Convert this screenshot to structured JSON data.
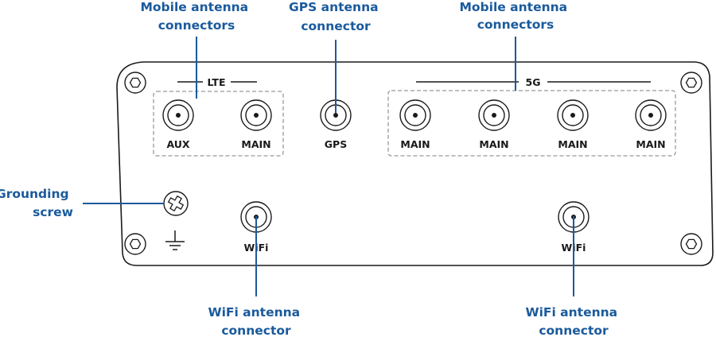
{
  "colors": {
    "accent": "#1a5a9c",
    "outline": "#1a1a1a",
    "dashed": "#999999"
  },
  "callouts": {
    "mobile_left": [
      "Mobile antenna",
      "connectors"
    ],
    "gps": [
      "GPS antenna",
      "connector"
    ],
    "mobile_right": [
      "Mobile antenna",
      "connectors"
    ],
    "grounding": [
      "Grounding",
      "screw"
    ],
    "wifi_left": [
      "WiFi antenna",
      "connector"
    ],
    "wifi_right": [
      "WiFi antenna",
      "connector"
    ]
  },
  "groups": {
    "lte": "LTE",
    "fiveg": "5G"
  },
  "connectors": {
    "lte": [
      "AUX",
      "MAIN"
    ],
    "gps": "GPS",
    "fiveg": [
      "MAIN",
      "MAIN",
      "MAIN",
      "MAIN"
    ],
    "wifi": [
      "WiFi",
      "WiFi"
    ]
  },
  "icons": {
    "mount_screw": "hex-screw-icon",
    "grounding_screw": "phillips-screw-icon",
    "ground": "ground-symbol-icon"
  }
}
